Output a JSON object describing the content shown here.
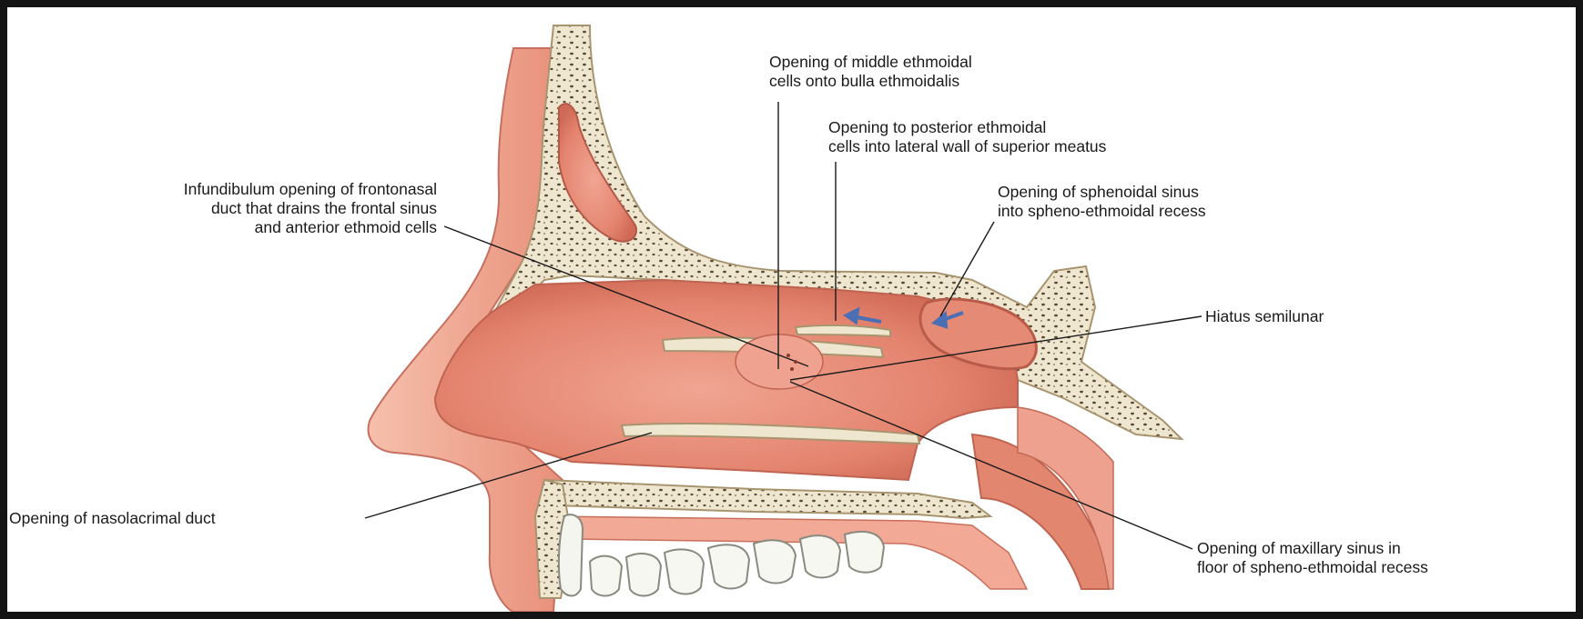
{
  "labels": {
    "middle_ethmoidal": "Opening of middle ethmoidal\ncells onto bulla ethmoidalis",
    "posterior_ethmoidal": "Opening to posterior ethmoidal\ncells into lateral wall of superior meatus",
    "infundibulum": "Infundibulum opening of frontonasal\nduct that drains the frontal sinus\nand anterior ethmoid cells",
    "sphenoidal": "Opening of sphenoidal sinus\ninto spheno-ethmoidal recess",
    "hiatus": "Hiatus semilunar",
    "nasolacrimal": "Opening of nasolacrimal duct",
    "maxillary": "Opening of maxillary sinus in\nfloor of spheno-ethmoidal recess"
  },
  "colors": {
    "tissue": "#e88e7a",
    "tissue_light": "#f2b09f",
    "tissue_dark": "#c9604d",
    "bone": "#efe6cf",
    "bone_pore": "#5a4a38",
    "arrow": "#4a6fb5",
    "frame": "#141414"
  }
}
